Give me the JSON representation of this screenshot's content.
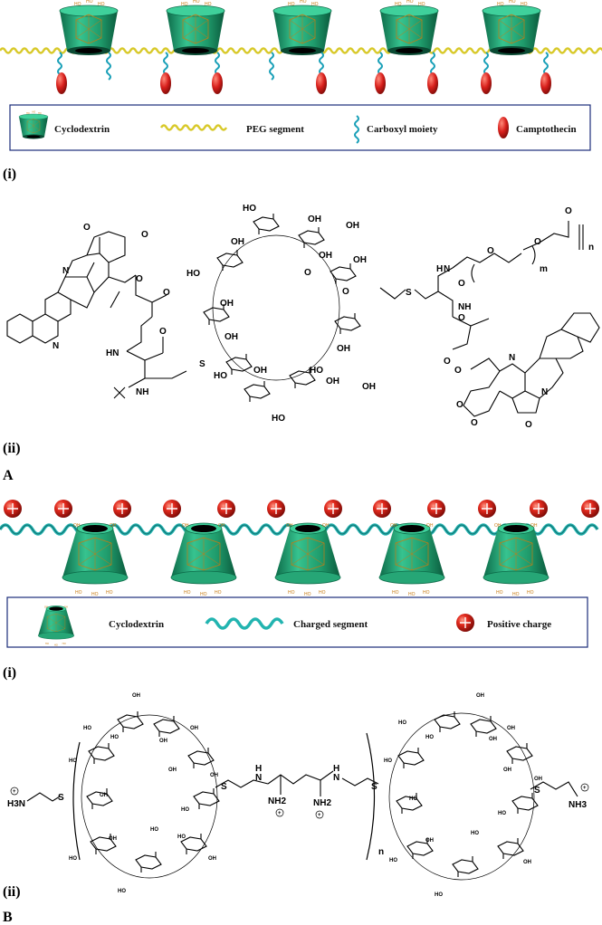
{
  "panel_a": {
    "legend": {
      "cyclodextrin": "Cyclodextrin",
      "peg": "PEG segment",
      "carboxyl": "Carboxyl moiety",
      "camptothecin": "Camptothecin"
    },
    "label_i": "(i)",
    "label_ii": "(ii)",
    "panel_letter": "A",
    "chem": {
      "ho": "HO",
      "oh": "OH",
      "o": "O",
      "n": "N",
      "s": "S",
      "nh": "NH",
      "hn": "HN",
      "h": "H",
      "m": "m",
      "n_sub": "n"
    }
  },
  "panel_b": {
    "legend": {
      "cyclodextrin": "Cyclodextrin",
      "charged": "Charged segment",
      "positive": "Positive charge"
    },
    "label_i": "(i)",
    "label_ii": "(ii)",
    "panel_letter": "B",
    "chem": {
      "h3n": "H3N",
      "nh3": "NH3",
      "nh2": "NH2",
      "n_sub": "n",
      "plus": "+"
    }
  },
  "colors": {
    "cd_green": "#2aa57a",
    "cd_dark": "#0f6e4d",
    "peg_yellow": "#d8c92a",
    "charged_teal": "#22b4b0",
    "camptothecin_red": "#d8201c",
    "legend_border": "#1a2c7a",
    "cd_lines": "#c77b12"
  }
}
